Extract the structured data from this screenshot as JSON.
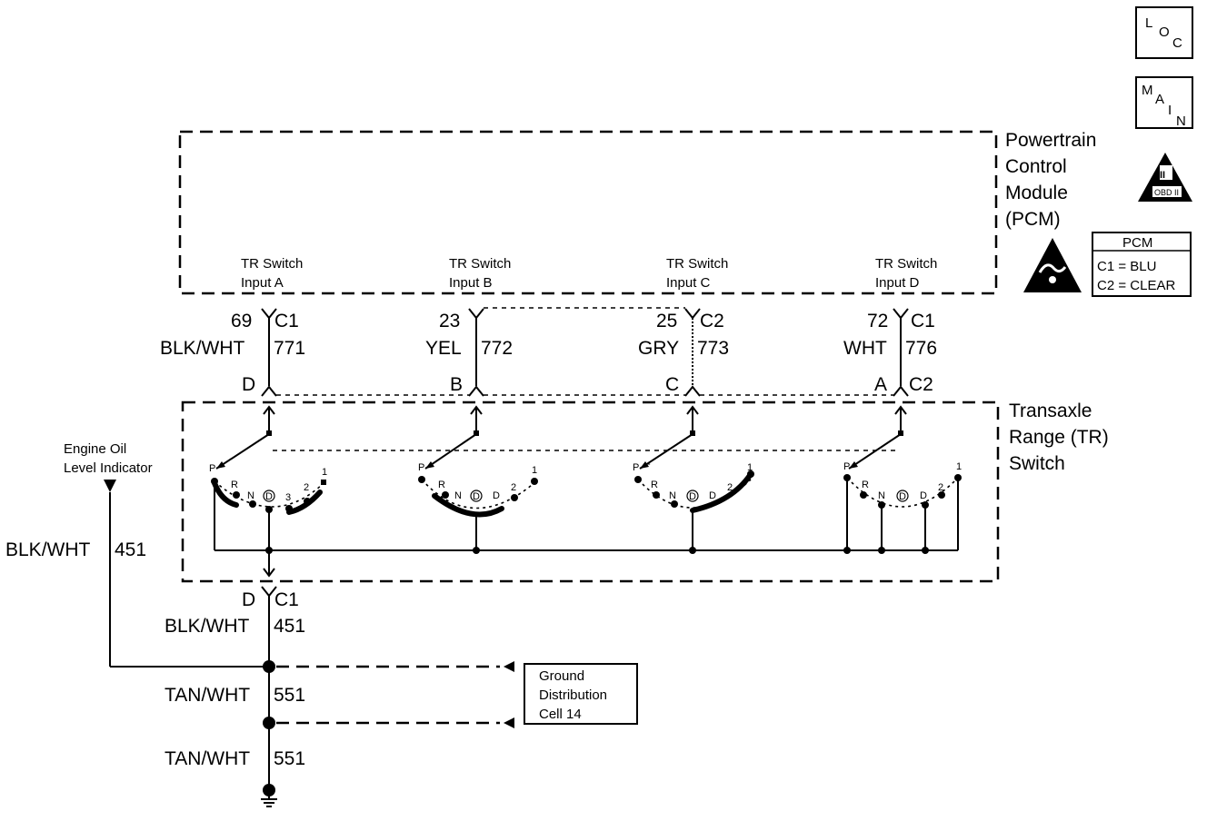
{
  "side_icons": {
    "loc": [
      "L",
      "O",
      "C"
    ],
    "main": [
      "M",
      "A",
      "I",
      "N"
    ],
    "obd_roman": "II",
    "obd_text": "OBD II"
  },
  "pcm": {
    "title_lines": [
      "Powertrain",
      "Control",
      "Module",
      "(PCM)"
    ],
    "connector_legend": {
      "title": "PCM",
      "lines": [
        "C1 = BLU",
        "C2 = CLEAR"
      ]
    },
    "inputs": [
      {
        "line1": "TR Switch",
        "line2": "Input A",
        "pin": "69",
        "conn": "C1",
        "color": "BLK/WHT",
        "circuit": "771",
        "sw_pin": "D"
      },
      {
        "line1": "TR Switch",
        "line2": "Input B",
        "pin": "23",
        "conn": "",
        "color": "YEL",
        "circuit": "772",
        "sw_pin": "B"
      },
      {
        "line1": "TR Switch",
        "line2": "Input C",
        "pin": "25",
        "conn": "C2",
        "color": "GRY",
        "circuit": "773",
        "sw_pin": "C"
      },
      {
        "line1": "TR Switch",
        "line2": "Input D",
        "pin": "72",
        "conn": "C1",
        "color": "WHT",
        "circuit": "776",
        "sw_pin": "A",
        "sw_conn": "C2"
      }
    ]
  },
  "tr_switch": {
    "title_lines": [
      "Transaxle",
      "Range (TR)",
      "Switch"
    ],
    "positions_a": [
      "P",
      "R",
      "N",
      "D",
      "3",
      "2",
      "1"
    ],
    "positions_b": [
      "P",
      "R",
      "N",
      "D",
      "D",
      "2",
      "1"
    ],
    "positions_c": [
      "P",
      "-",
      "R",
      "N",
      "D",
      "D",
      "2",
      "1"
    ],
    "positions_d": [
      "P",
      "R",
      "N",
      "D",
      "D",
      "2",
      "1"
    ]
  },
  "ground_wiring": {
    "engine_oil_lines": [
      "Engine Oil",
      "Level Indicator"
    ],
    "left_color": "BLK/WHT",
    "left_circuit": "451",
    "sw_pin": "D",
    "sw_conn": "C1",
    "out_color": "BLK/WHT",
    "out_circuit": "451",
    "tan1_color": "TAN/WHT",
    "tan1_circuit": "551",
    "tan2_color": "TAN/WHT",
    "tan2_circuit": "551",
    "ground_box_lines": [
      "Ground",
      "Distribution",
      "Cell 14"
    ]
  }
}
